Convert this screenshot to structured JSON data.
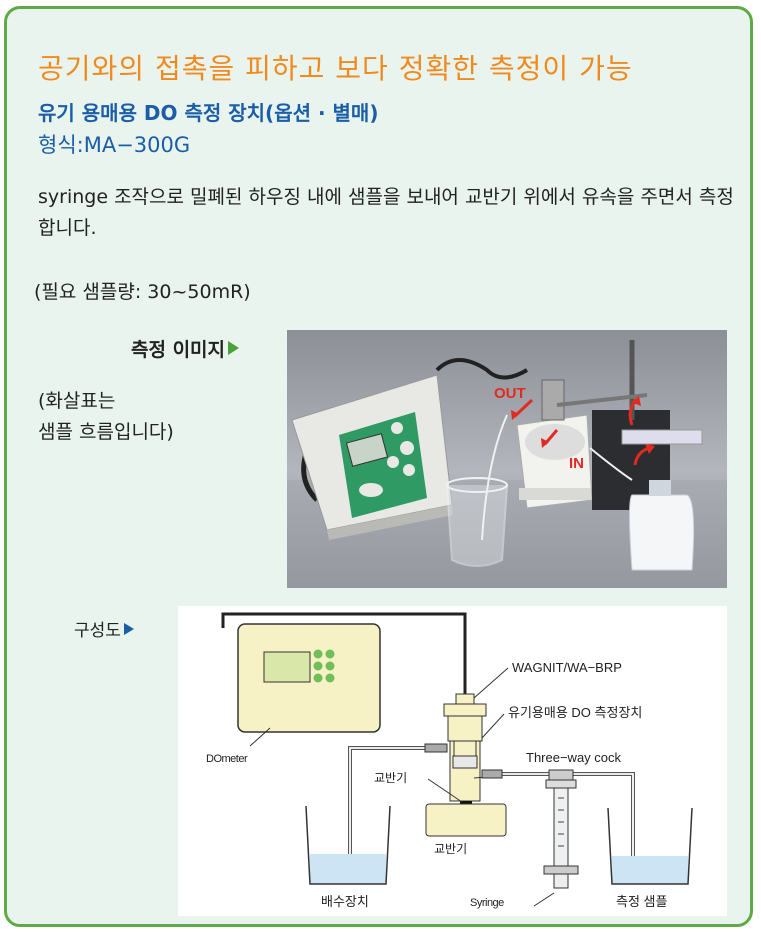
{
  "headline": "공기와의 접촉을 피하고 보다 정확한 측정이 가능",
  "subtitle": "유기 용매용 DO 측정 장치(옵션 · 별매)",
  "model": "형식:MA−300G",
  "description": "syringe 조작으로 밀폐된 하우징 내에 샘플을 보내어 교반기 위에서 유속을 주면서 측정합니다.",
  "sample_amount": "(필요 샘플량: 30~50mR)",
  "image_section": {
    "label": "측정 이미지",
    "note_line1": "(화살표는",
    "note_line2": "샘플 흐름입니다)",
    "out_label": "OUT",
    "in_label": "IN"
  },
  "diagram": {
    "section_label": "구성도",
    "wagnit": "WAGNIT/WA−BRP",
    "device": "유기용매용 DO 측정장치",
    "three_way": "Three−way cock",
    "dometer": "DOmeter",
    "stirrer_bar": "교반기",
    "stirrer": "교반기",
    "drain": "배수장치",
    "syringe": "Syringe",
    "sample": "측정 샘플"
  },
  "colors": {
    "border": "#5faa46",
    "background": "#e9f4ee",
    "headline": "#f08a1e",
    "title": "#1b5ea8",
    "arrow": "#e22a22"
  }
}
